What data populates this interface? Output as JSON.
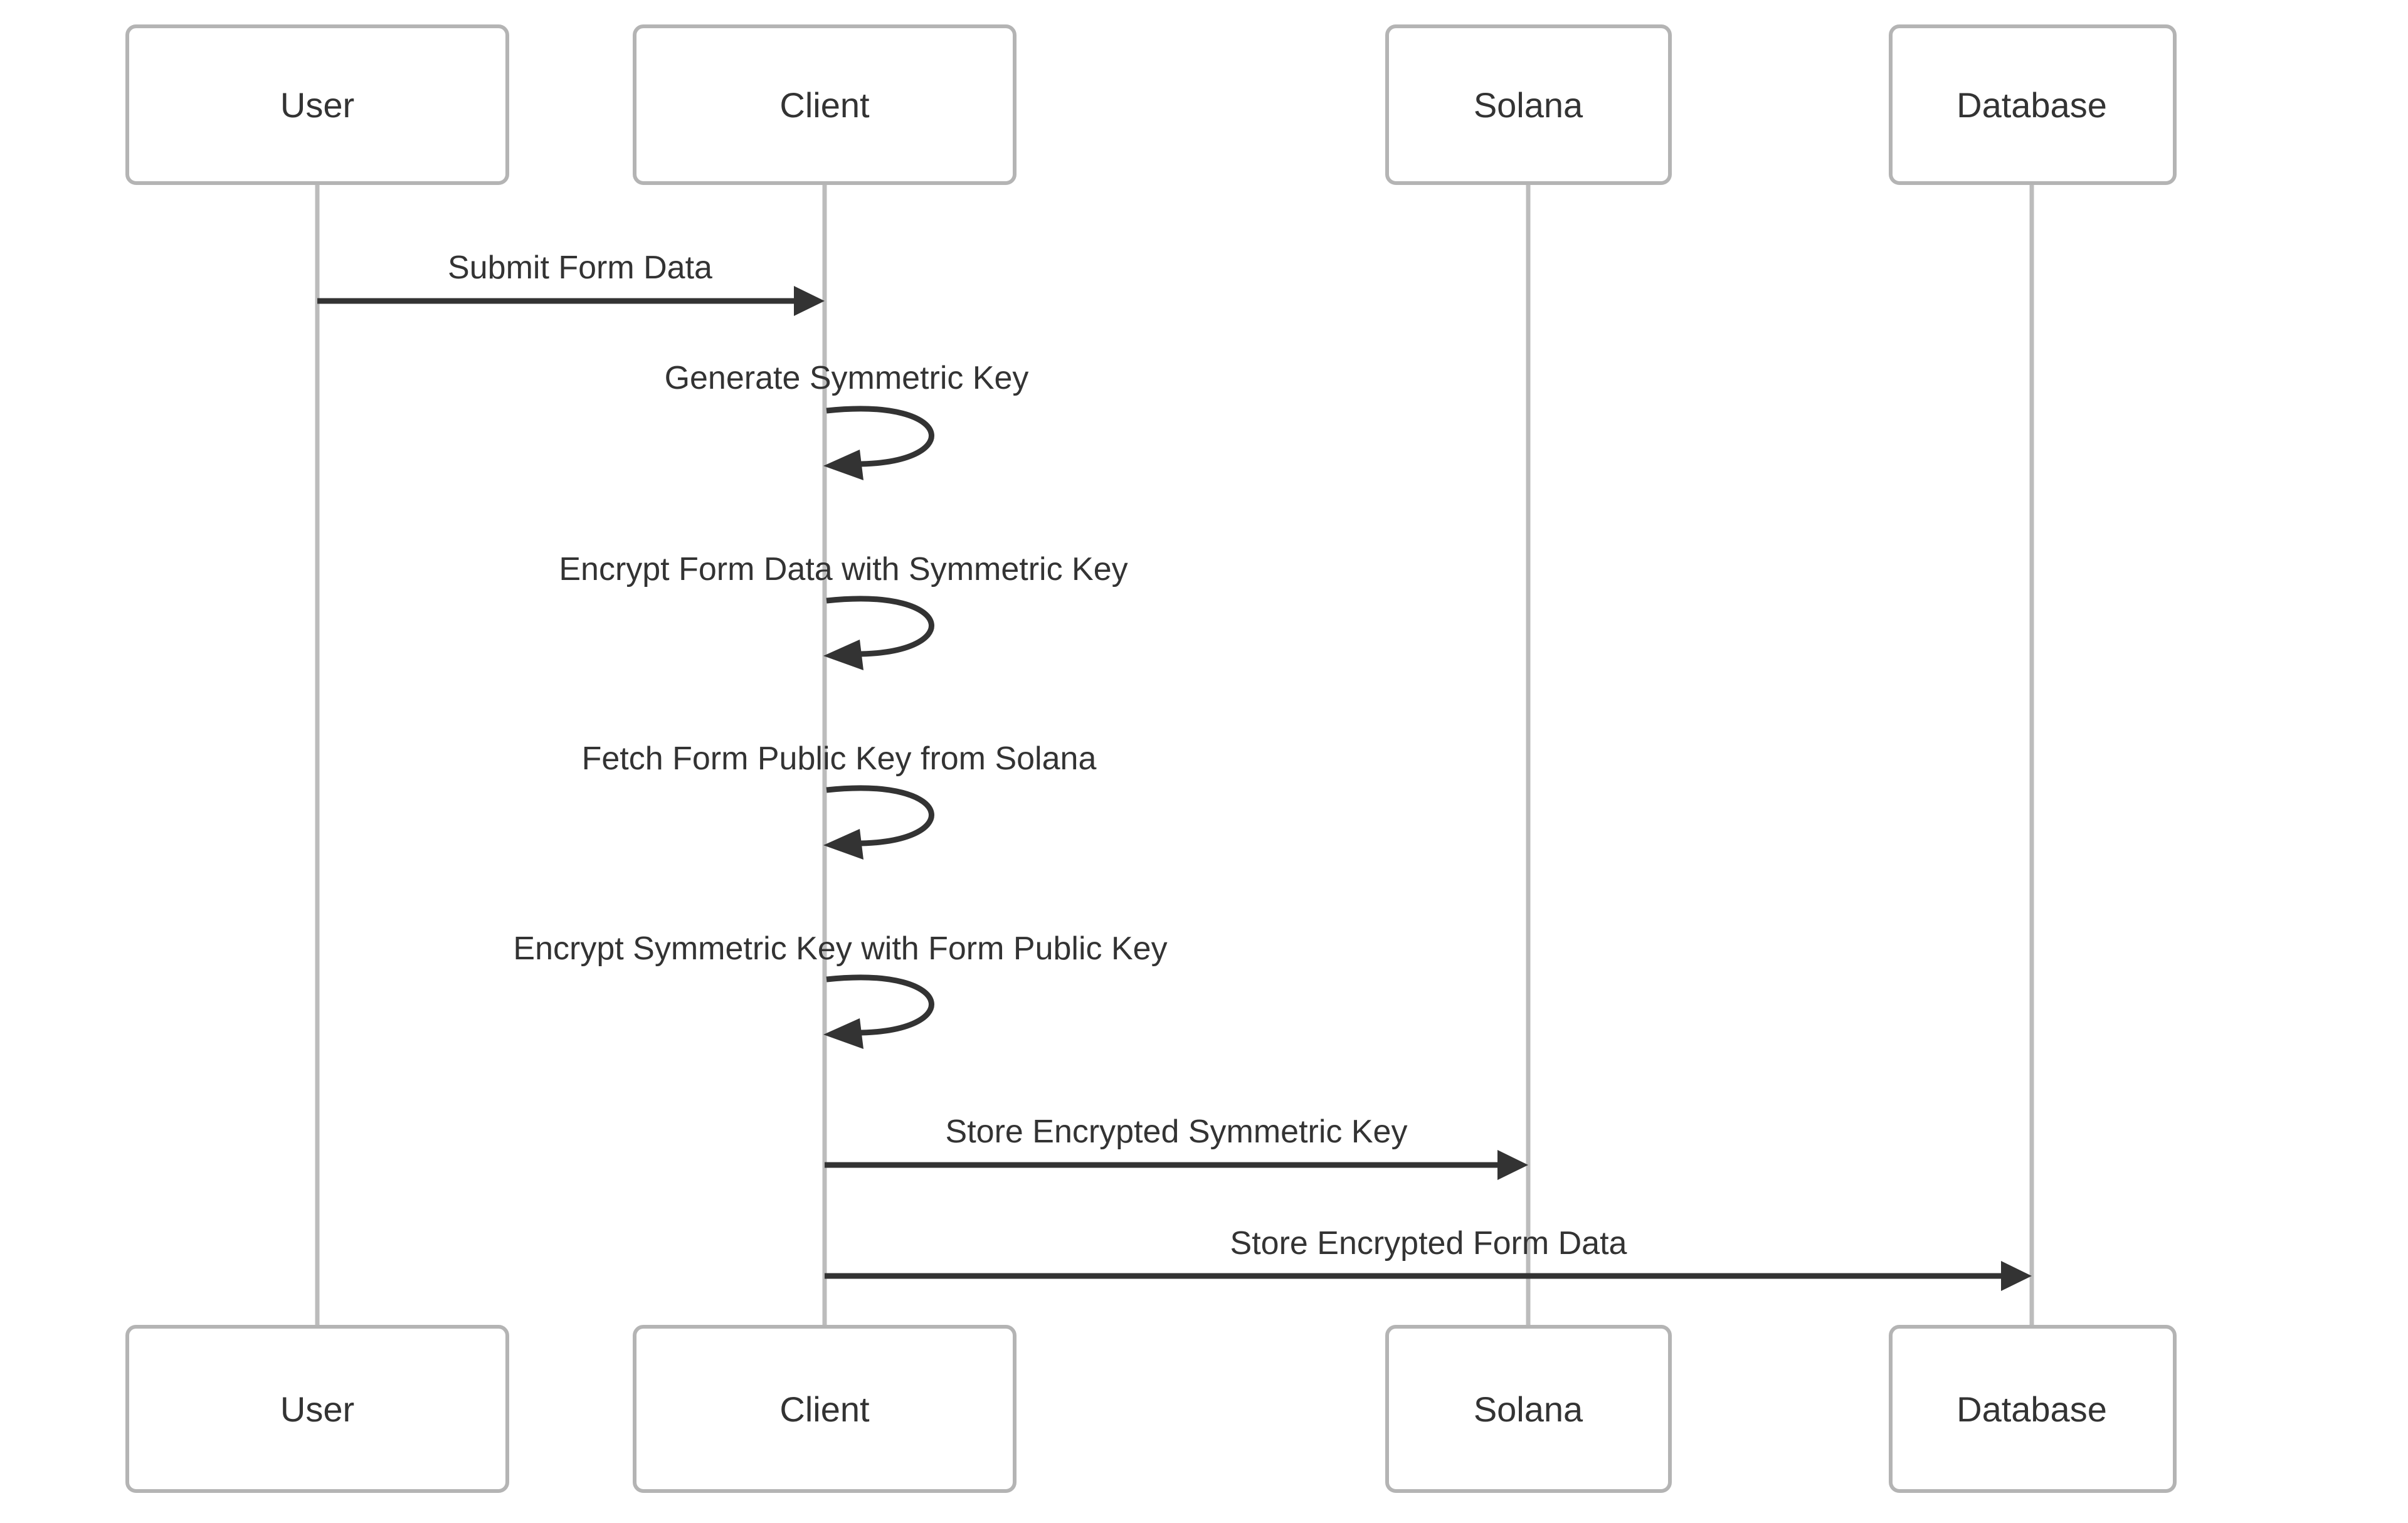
{
  "diagram": {
    "type": "sequence-diagram",
    "title": "",
    "colors": {
      "background": "#ffffff",
      "actor_border": "#b4b4b4",
      "actor_fill": "#ffffff",
      "lifeline": "#bcbcbc",
      "message": "#333333",
      "text": "#333333"
    },
    "participants": [
      {
        "id": "user",
        "label": "User"
      },
      {
        "id": "client",
        "label": "Client"
      },
      {
        "id": "solana",
        "label": "Solana"
      },
      {
        "id": "database",
        "label": "Database"
      }
    ],
    "messages": [
      {
        "index": 1,
        "from": "user",
        "to": "client",
        "label": "Submit Form Data",
        "kind": "call"
      },
      {
        "index": 2,
        "from": "client",
        "to": "client",
        "label": "Generate Symmetric Key",
        "kind": "self"
      },
      {
        "index": 3,
        "from": "client",
        "to": "client",
        "label": "Encrypt Form Data with Symmetric Key",
        "kind": "self"
      },
      {
        "index": 4,
        "from": "client",
        "to": "client",
        "label": "Fetch Form Public Key from Solana",
        "kind": "self"
      },
      {
        "index": 5,
        "from": "client",
        "to": "client",
        "label": "Encrypt Symmetric Key with Form Public Key",
        "kind": "self"
      },
      {
        "index": 6,
        "from": "client",
        "to": "solana",
        "label": "Store Encrypted Symmetric Key",
        "kind": "call"
      },
      {
        "index": 7,
        "from": "client",
        "to": "database",
        "label": "Store Encrypted Form Data",
        "kind": "call"
      }
    ],
    "footer_participants": [
      {
        "id": "user",
        "label": "User"
      },
      {
        "id": "client",
        "label": "Client"
      },
      {
        "id": "solana",
        "label": "Solana"
      },
      {
        "id": "database",
        "label": "Database"
      }
    ]
  }
}
